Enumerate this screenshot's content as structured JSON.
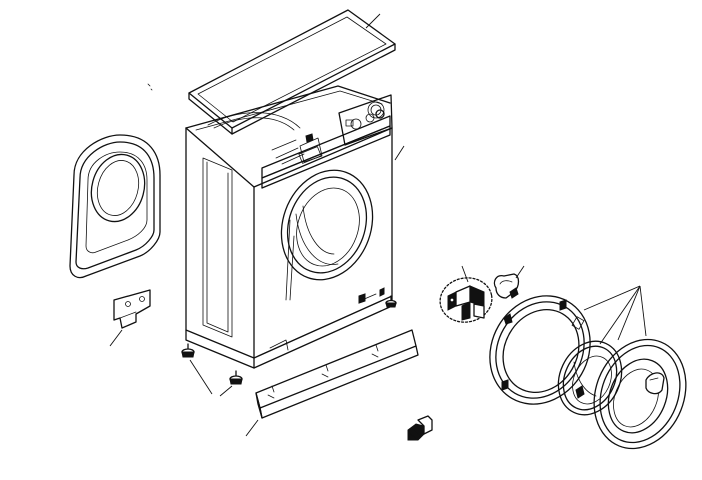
{
  "diagram": {
    "parts": [
      "top-lid",
      "cabinet",
      "cabinet-porthole",
      "side-panel-seal",
      "mounting-bracket",
      "levelling-foot",
      "plinth",
      "door-lock-assembly",
      "hinge-cover",
      "door-frame-outer",
      "door-glass",
      "door-frame-inner",
      "small-clip"
    ]
  }
}
